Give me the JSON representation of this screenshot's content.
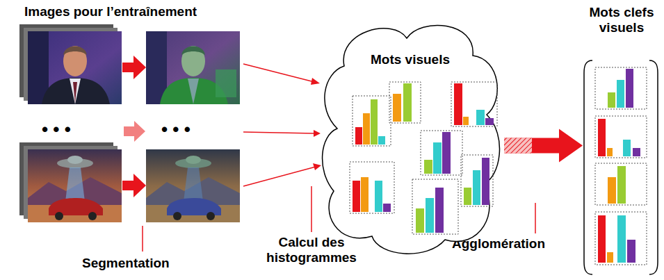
{
  "diagram": {
    "nodes": [
      {
        "text": [
          "Mots visuels"
        ]
      },
      {
        "text": [
          "Mots clefs visuels"
        ]
      }
    ],
    "edges": [
      {
        "from": 0,
        "to": 1,
        "arrow": "to"
      }
    ],
    "labels": [
      "Images pour l’entraînement",
      "• • •",
      "• • •",
      "Segmentation",
      "Calcul des histogrammes",
      "Agglomération"
    ]
  }
}
